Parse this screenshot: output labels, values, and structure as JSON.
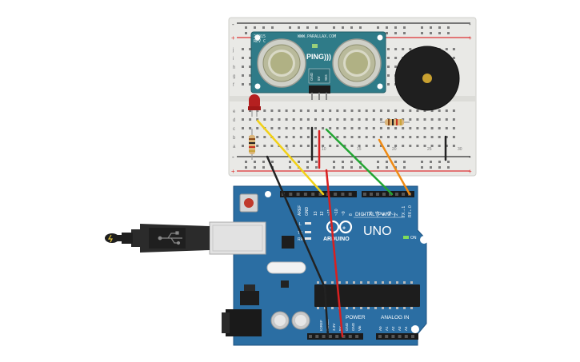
{
  "sensor": {
    "model_line1": "28015",
    "model_line2": "REV C",
    "brand": "WWW.PARALLAX.COM",
    "name": "PING)))",
    "pins": [
      "GND",
      "5V",
      "SIG"
    ]
  },
  "arduino": {
    "model": "UNO",
    "brand": "ARDUINO",
    "digital_label": "DIGITAL (PWM~)",
    "power_label": "POWER",
    "analog_label": "ANALOG IN",
    "on_label": "ON",
    "l_label": "L",
    "tx_label": "TX",
    "rx_label": "RX",
    "top_pins": [
      "AREF",
      "GND",
      "13",
      "12",
      "~11",
      "~10",
      "~9",
      "8",
      "7",
      "~6",
      "~5",
      "4",
      "~3",
      "2",
      "TX→1",
      "RX←0"
    ],
    "power_pins": [
      "IOREF",
      "RESET",
      "3.3V",
      "5V",
      "GND",
      "GND",
      "Vin"
    ],
    "analog_pins": [
      "A0",
      "A1",
      "A2",
      "A3",
      "A4",
      "A5"
    ]
  },
  "breadboard": {
    "row_letters": [
      "a",
      "b",
      "c",
      "d",
      "e",
      "f",
      "g",
      "h",
      "i",
      "j"
    ],
    "col_numbers": [
      "1",
      "5",
      "10",
      "15",
      "20",
      "25",
      "30"
    ]
  },
  "colors": {
    "board_blue": "#2b6ea3",
    "sensor_teal": "#2f7b88",
    "breadboard": "#e9e9e6",
    "wire_yellow": "#f2d116",
    "wire_green": "#22a532",
    "wire_orange": "#f08a12",
    "wire_red": "#d82020",
    "wire_black": "#222222"
  }
}
